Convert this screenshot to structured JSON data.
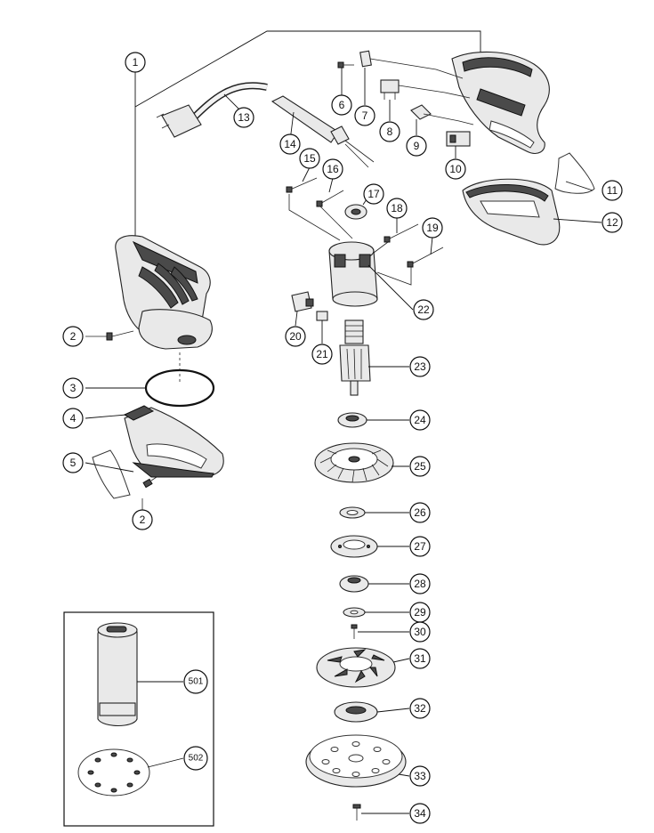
{
  "callouts": [
    {
      "id": "p1",
      "label": "1"
    },
    {
      "id": "p2a",
      "label": "2"
    },
    {
      "id": "p2b",
      "label": "2"
    },
    {
      "id": "p3",
      "label": "3"
    },
    {
      "id": "p4",
      "label": "4"
    },
    {
      "id": "p5",
      "label": "5"
    },
    {
      "id": "p6",
      "label": "6"
    },
    {
      "id": "p7",
      "label": "7"
    },
    {
      "id": "p8",
      "label": "8"
    },
    {
      "id": "p9",
      "label": "9"
    },
    {
      "id": "p10",
      "label": "10"
    },
    {
      "id": "p11",
      "label": "11"
    },
    {
      "id": "p12",
      "label": "12"
    },
    {
      "id": "p13",
      "label": "13"
    },
    {
      "id": "p14",
      "label": "14"
    },
    {
      "id": "p15",
      "label": "15"
    },
    {
      "id": "p16",
      "label": "16"
    },
    {
      "id": "p17",
      "label": "17"
    },
    {
      "id": "p18",
      "label": "18"
    },
    {
      "id": "p19",
      "label": "19"
    },
    {
      "id": "p20",
      "label": "20"
    },
    {
      "id": "p21",
      "label": "21"
    },
    {
      "id": "p22",
      "label": "22"
    },
    {
      "id": "p23",
      "label": "23"
    },
    {
      "id": "p24",
      "label": "24"
    },
    {
      "id": "p25",
      "label": "25"
    },
    {
      "id": "p26",
      "label": "26"
    },
    {
      "id": "p27",
      "label": "27"
    },
    {
      "id": "p28",
      "label": "28"
    },
    {
      "id": "p29",
      "label": "29"
    },
    {
      "id": "p30",
      "label": "30"
    },
    {
      "id": "p31",
      "label": "31"
    },
    {
      "id": "p32",
      "label": "32"
    },
    {
      "id": "p33",
      "label": "33"
    },
    {
      "id": "p34",
      "label": "34"
    },
    {
      "id": "p501",
      "label": "501"
    },
    {
      "id": "p502",
      "label": "502"
    }
  ]
}
